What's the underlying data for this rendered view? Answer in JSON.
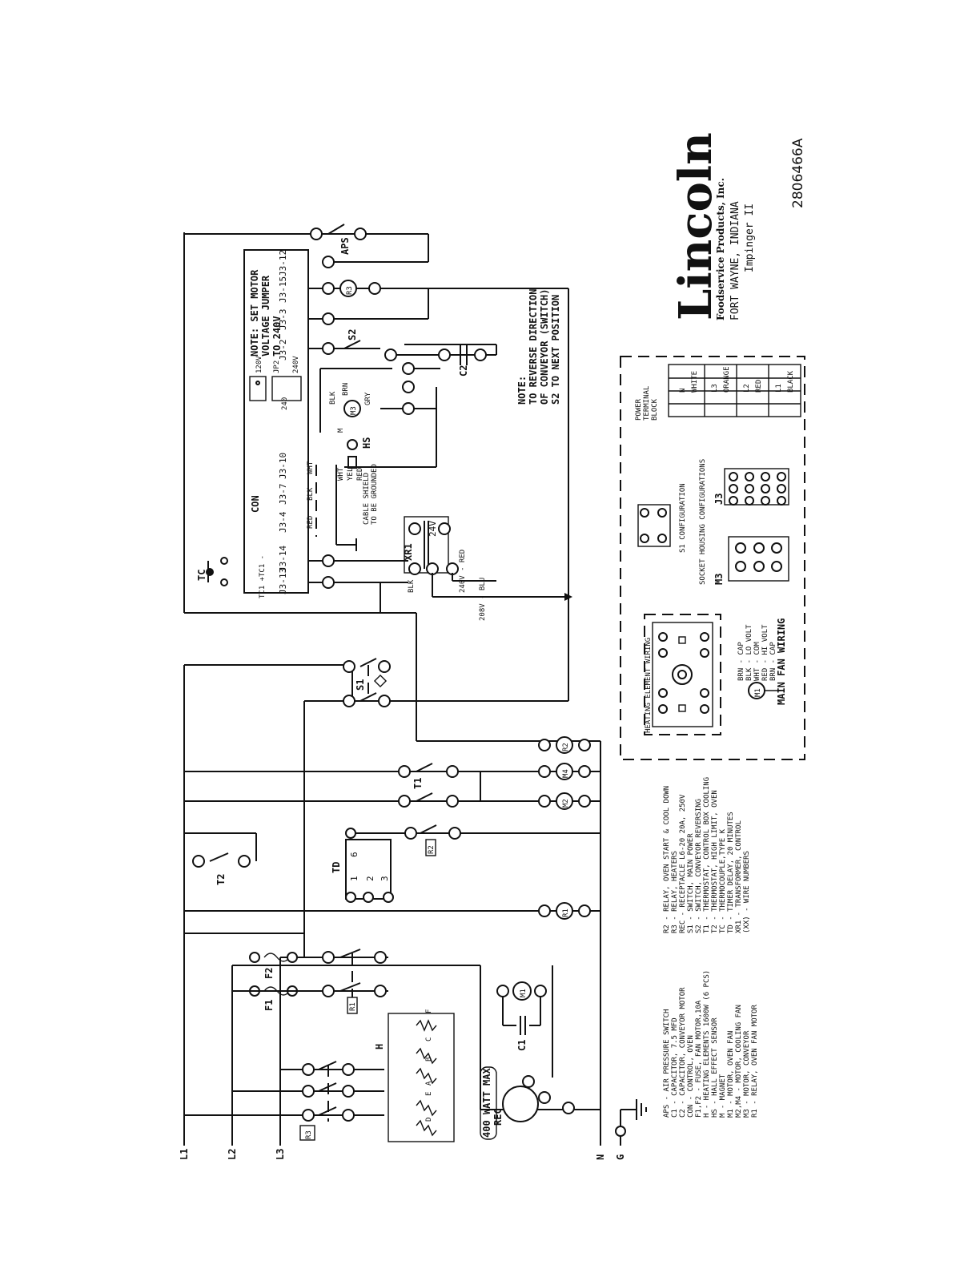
{
  "title_block": {
    "brand": "Lincoln",
    "subtitle": "Foodservice Products, Inc.",
    "city": "FORT WAYNE, INDIANA",
    "model": "Impinger II",
    "doc_number": "2806466A"
  },
  "supply_lines": [
    "L1",
    "L2",
    "L3",
    "N",
    "G"
  ],
  "notes": {
    "motor_jumper": [
      "NOTE: SET MOTOR",
      "VOLTAGE JUMPER",
      "TO 240V"
    ],
    "conveyor": [
      "NOTE:",
      "TO REVERSE DIRECTION",
      "OF CONVEYOR (SWITCH)",
      "S2 TO NEXT POSITION"
    ],
    "cable_shield": [
      "CABLE SHIELD",
      "TO BE GROUNDED"
    ]
  },
  "control_board": {
    "label": "CON",
    "pins": [
      "J3-12",
      "J3-15",
      "J3-3",
      "J3-2",
      "J3-10",
      "J3-7",
      "J3-4",
      "J3-14",
      "J3-13"
    ],
    "tc_pins": [
      "TC1 -",
      "TC1 +"
    ],
    "jumper": [
      "120V",
      "JP2",
      "240",
      "240V"
    ]
  },
  "transformer": {
    "name": "XR1",
    "secondary": "24V",
    "tap_240": "240V - RED",
    "tap_208": "208V - BLU"
  },
  "components": {
    "aps": "APS",
    "m3": "M3",
    "r3": "R3",
    "s2": "S2",
    "c2": "C2",
    "hs": "HS",
    "h_mag": "M",
    "s1": "S1",
    "tc": "TC",
    "t1": "T1",
    "t2": "T2",
    "td": "TD",
    "r2": "R2",
    "r1": "R1",
    "f1": "F1",
    "f2": "F2",
    "h": "H",
    "c1": "C1",
    "m1": "M1",
    "m2": "M2",
    "m4": "M4",
    "rec": "REC",
    "rec_rating": "400 WATT MAX"
  },
  "wire_colors": {
    "m3": [
      "BLK",
      "BRN",
      "GRY"
    ],
    "hs": [
      "WHT",
      "YEL",
      "RED"
    ],
    "con": [
      "WHT",
      "BLK",
      "RED"
    ],
    "xr1": "BLK"
  },
  "legend_left": [
    "APS - AIR PRESSURE SWITCH",
    "C1  - CAPACITOR, 7.5 MFD",
    "C2  - CAPACITOR, CONVEYOR MOTOR",
    "CON - CONTROL, OVEN",
    "F1,F2  - FUSE, FAN MOTOR,10A",
    "H   - HEATING ELEMENTS 1600W (6 PCS)",
    "HS  - HALL EFFECT SENSOR",
    "M   - MAGNET",
    "M1  - MOTOR, OVEN FAN",
    "M2,M4  - MOTOR, COOLING FAN",
    "M3  - MOTOR, CONVEYOR",
    "R1  - RELAY, OVEN FAN MOTOR"
  ],
  "legend_right": [
    "R2  - RELAY, OVEN START & COOL DOWN",
    "R3  - RELAY, HEATERS",
    "REC - RECEPTACLE L6-20 20A, 250V",
    "S1  - SWITCH, MAIN POWER",
    "S2  - SWITCH, CONVEYOR REVERSING",
    "T1  - THERMOSTAT, CONTROL BOX COOLING",
    "T2  - THERMOSTAT, HIGH LIMIT, OVEN",
    "TC  - THERMOCOUPLE,TYPE K",
    "TD  - TIMER DELAY, 20 MINUTES",
    "XR1 - TRANSFORMER, CONTROL",
    "(XX) - WIRE NUMBERS"
  ],
  "inset": {
    "heating_title": "HEATING ELEMENT WIRING",
    "fan_title": "MAIN FAN WIRING",
    "fan_wires": [
      "BRN - CAP",
      "BLK - LO VOLT",
      "WHT - COM",
      "RED - HI VOLT",
      "BRN - CAP"
    ],
    "socket_title": "SOCKET HOUSING CONFIGURATIONS",
    "s1_title": "S1 CONFIGURATION",
    "j3": "J3",
    "m3": "M3",
    "ptb_title": [
      "POWER",
      "TERMINAL",
      "BLOCK"
    ],
    "ptb_rows": [
      {
        "term": "L1",
        "color": "BLACK"
      },
      {
        "term": "L2",
        "color": "RED"
      },
      {
        "term": "L3",
        "color": "ORANGE"
      },
      {
        "term": "N",
        "color": "WHITE"
      }
    ]
  }
}
